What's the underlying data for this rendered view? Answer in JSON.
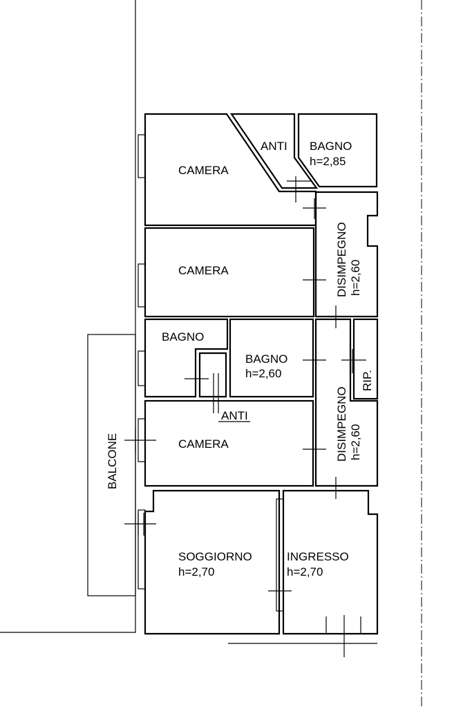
{
  "rooms": {
    "camera_1": {
      "name": "CAMERA"
    },
    "anti_1": {
      "name": "ANTI"
    },
    "bagno_1": {
      "name": "BAGNO",
      "height": "h=2,85"
    },
    "camera_2": {
      "name": "CAMERA"
    },
    "disimpegno_1": {
      "name": "DISIMPEGNO",
      "height": "h=2,60"
    },
    "bagno_2": {
      "name": "BAGNO"
    },
    "bagno_3": {
      "name": "BAGNO",
      "height": "h=2,60"
    },
    "ripostiglio": {
      "name": "RIP."
    },
    "anti_2": {
      "name": "ANTI"
    },
    "camera_3": {
      "name": "CAMERA"
    },
    "disimpegno_2": {
      "name": "DISIMPEGNO",
      "height": "h=2,60"
    },
    "balcone": {
      "name": "BALCONE"
    },
    "soggiorno": {
      "name": "SOGGIORNO",
      "height": "h=2,70"
    },
    "ingresso": {
      "name": "INGRESSO",
      "height": "h=2,70"
    }
  },
  "colors": {
    "line": "#000000",
    "background": "#ffffff"
  }
}
